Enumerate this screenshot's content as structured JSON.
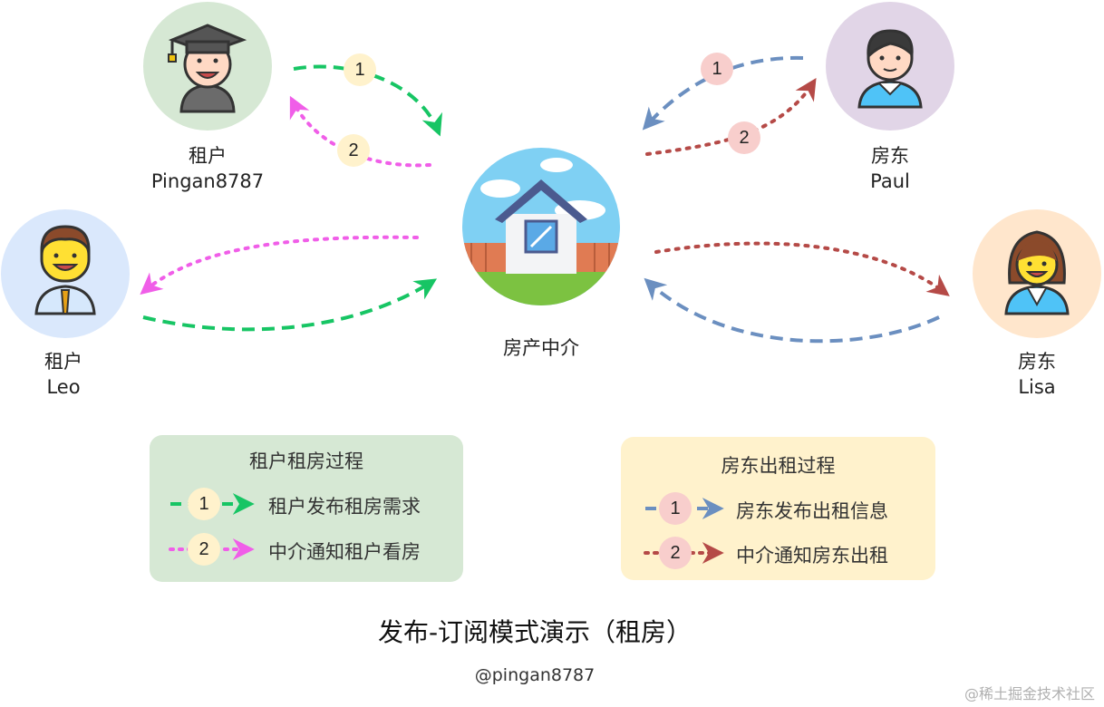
{
  "nodes": {
    "tenant_pingan": {
      "line1": "租户",
      "line2": "Pingan8787"
    },
    "tenant_leo": {
      "line1": "租户",
      "line2": "Leo"
    },
    "agency": {
      "line1": "房产中介"
    },
    "landlord_paul": {
      "line1": "房东",
      "line2": "Paul"
    },
    "landlord_lisa": {
      "line1": "房东",
      "line2": "Lisa"
    }
  },
  "badges": {
    "one": "1",
    "two": "2"
  },
  "legend_tenant": {
    "title": "租户租房过程",
    "items": [
      {
        "num": "1",
        "text": "租户发布租房需求"
      },
      {
        "num": "2",
        "text": "中介通知租户看房"
      }
    ]
  },
  "legend_landlord": {
    "title": "房东出租过程",
    "items": [
      {
        "num": "1",
        "text": "房东发布出租信息"
      },
      {
        "num": "2",
        "text": "中介通知房东出租"
      }
    ]
  },
  "footer": {
    "title": "发布-订阅模式演示（租房）",
    "credit": "@pingan8787",
    "watermark": "@稀土掘金技术社区"
  },
  "colors": {
    "tenant_publish": "#17c564",
    "tenant_notify": "#f05ee8",
    "landlord_publish": "#6b8fc0",
    "landlord_notify": "#b54a47",
    "legend_tenant_bg": "#d6e8d4",
    "legend_landlord_bg": "#fff2cc",
    "badge_yellow": "#fff2cc",
    "badge_pink": "#f8cecc"
  }
}
